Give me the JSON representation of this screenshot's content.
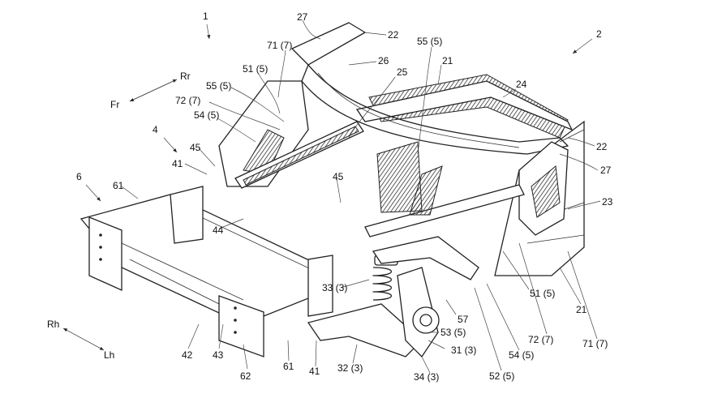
{
  "labels": {
    "l1": "1",
    "l2": "2",
    "l4": "4",
    "l6": "6",
    "l21a": "21",
    "l21b": "21",
    "l22a": "22",
    "l22b": "22",
    "l23": "23",
    "l24": "24",
    "l25": "25",
    "l26": "26",
    "l27a": "27",
    "l27b": "27",
    "l31": "31 (3)",
    "l32": "32 (3)",
    "l33": "33 (3)",
    "l34": "34 (3)",
    "l41a": "41",
    "l41b": "41",
    "l42": "42",
    "l43": "43",
    "l44": "44",
    "l45a": "45",
    "l45b": "45",
    "l51a": "51 (5)",
    "l51b": "51 (5)",
    "l52": "52 (5)",
    "l53": "53 (5)",
    "l54a": "54 (5)",
    "l54b": "54 (5)",
    "l55a": "55 (5)",
    "l55b": "55 (5)",
    "l57": "57",
    "l61a": "61",
    "l61b": "61",
    "l62": "62",
    "l71a": "71 (7)",
    "l71b": "71 (7)",
    "l72a": "72 (7)",
    "l72b": "72 (7)",
    "rr": "Rr",
    "fr": "Fr",
    "rh": "Rh",
    "lh": "Lh"
  }
}
